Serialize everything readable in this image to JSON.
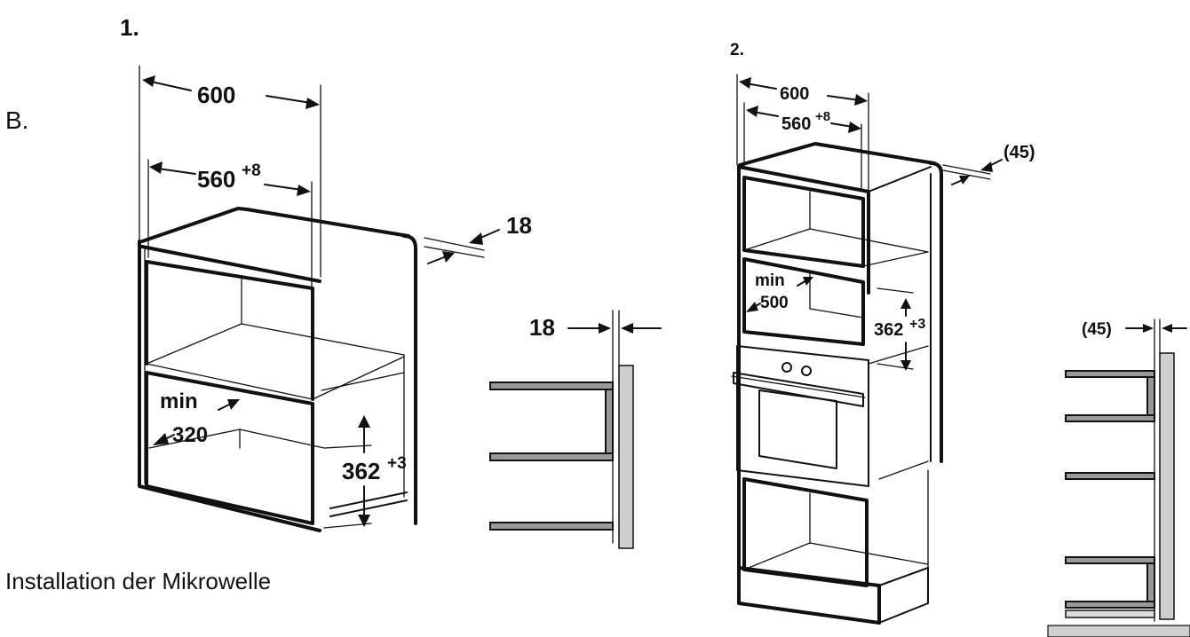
{
  "labels": {
    "step1": "1.",
    "step2": "2.",
    "section": "B.",
    "caption": "Installation der Mikrowelle"
  },
  "diagram1": {
    "width": "600",
    "inner_width": "560",
    "inner_width_tol": "+8",
    "depth": "18",
    "min_label": "min",
    "min_depth": "320",
    "height": "362",
    "height_tol": "+3",
    "side_gap": "18"
  },
  "diagram2": {
    "width": "600",
    "inner_width": "560",
    "inner_width_tol": "+8",
    "depth": "(45)",
    "min_label": "min",
    "min_depth": "500",
    "height": "362",
    "height_tol": "+3",
    "side_gap": "(45)"
  }
}
